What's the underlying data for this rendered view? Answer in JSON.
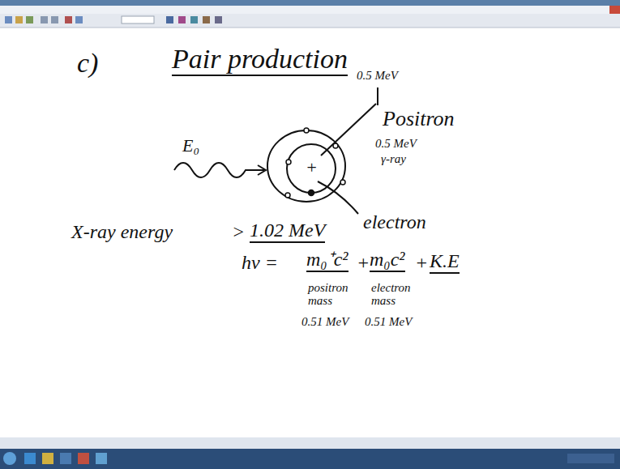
{
  "diagram": {
    "title": "Pair production",
    "labels": [
      "c)",
      "E₀",
      "+",
      "0.5 MeV",
      "Positron",
      "0.5 MeV",
      "γ-ray",
      "electron",
      "X-ray energy",
      ">",
      "1.02 MeV",
      "hν =",
      "m₀⁺c²",
      "+",
      "m₀c²",
      "+",
      "K.E",
      "positron mass",
      "electron mass",
      "0.51 MeV",
      "0.51 MeV"
    ]
  }
}
